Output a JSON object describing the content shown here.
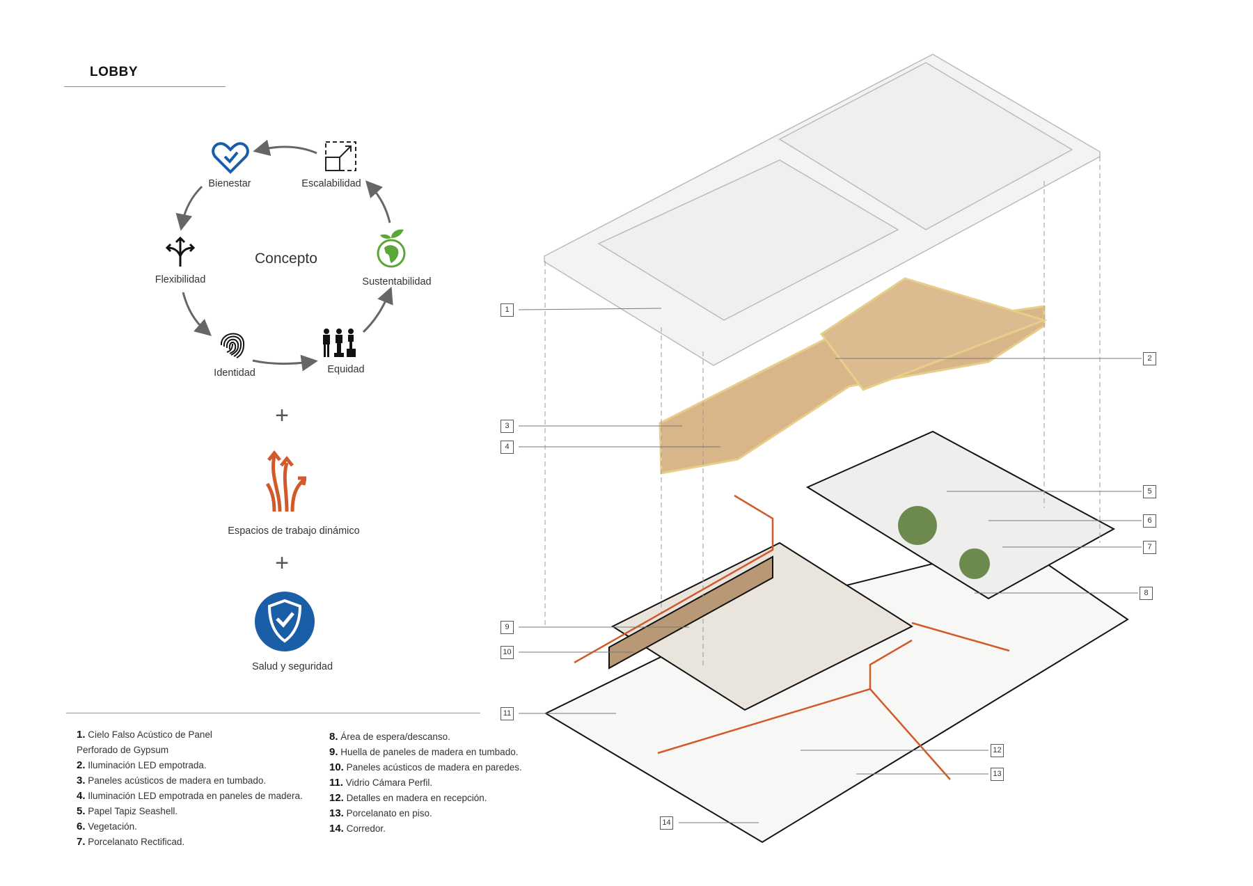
{
  "title": "LOBBY",
  "concept": {
    "center": "Concepto",
    "items": [
      {
        "label": "Bienestar",
        "icon": "heart-check-icon",
        "color": "#1a5ea8"
      },
      {
        "label": "Escalabilidad",
        "icon": "scale-up-icon",
        "color": "#222222"
      },
      {
        "label": "Sustentabilidad",
        "icon": "globe-sprout-icon",
        "color": "#5aa637"
      },
      {
        "label": "Equidad",
        "icon": "people-podium-icon",
        "color": "#111111"
      },
      {
        "label": "Identidad",
        "icon": "fingerprint-icon",
        "color": "#111111"
      },
      {
        "label": "Flexibilidad",
        "icon": "split-arrows-icon",
        "color": "#111111"
      }
    ],
    "plus": "+",
    "extra": [
      {
        "label": "Espacios de trabajo dinámico",
        "icon": "dynamic-arrows-icon",
        "color": "#d2592a"
      },
      {
        "label": "Salud y seguridad",
        "icon": "shield-check-icon",
        "color": "#1a5ea8"
      }
    ]
  },
  "legend": [
    {
      "n": "1.",
      "text": "Cielo Falso Acústico de Panel",
      "text2": "Perforado de Gypsum"
    },
    {
      "n": "2.",
      "text": "Iluminación LED empotrada."
    },
    {
      "n": "3.",
      "text": "Paneles acústicos de madera en tumbado."
    },
    {
      "n": "4.",
      "text": "Iluminación LED empotrada en paneles de madera."
    },
    {
      "n": "5.",
      "text": "Papel Tapiz Seashell."
    },
    {
      "n": "6.",
      "text": "Vegetación."
    },
    {
      "n": "7.",
      "text": "Porcelanato Rectificad."
    },
    {
      "n": "8.",
      "text": "Área de espera/descanso."
    },
    {
      "n": "9.",
      "text": "Huella de paneles de madera en tumbado."
    },
    {
      "n": "10.",
      "text": "Paneles acústicos de madera en paredes."
    },
    {
      "n": "11.",
      "text": "Vidrio Cámara Perfil."
    },
    {
      "n": "12.",
      "text": "Detalles en madera en recepción."
    },
    {
      "n": "13.",
      "text": "Porcelanato en piso."
    },
    {
      "n": "14.",
      "text": "Corredor."
    }
  ],
  "callouts": [
    "1",
    "2",
    "3",
    "4",
    "5",
    "6",
    "7",
    "8",
    "9",
    "10",
    "11",
    "12",
    "13",
    "14"
  ],
  "colors": {
    "accent_orange": "#d2592a",
    "wood": "#d9b58a",
    "led": "#f3e3a0"
  }
}
